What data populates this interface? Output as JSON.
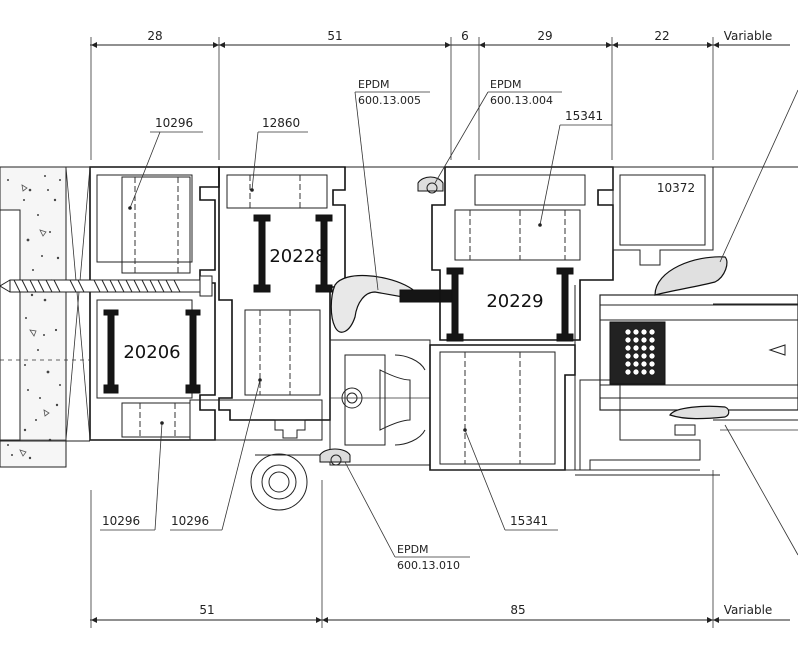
{
  "dimensions_top": [
    "28",
    "51",
    "6",
    "29",
    "22",
    "Variable"
  ],
  "dimensions_bottom": [
    "51",
    "85",
    "Variable"
  ],
  "profiles": {
    "p20206": "20206",
    "p20228": "20228",
    "p20229": "20229",
    "p10372": "10372",
    "p10296_top": "10296",
    "p12860": "12860",
    "p15341_top": "15341",
    "p10296_bl": "10296",
    "p10296_bm": "10296",
    "p15341_bottom": "15341"
  },
  "gaskets": {
    "g005_name": "EPDM",
    "g005_code": "600.13.005",
    "g004_name": "EPDM",
    "g004_code": "600.13.004",
    "g010_name": "EPDM",
    "g010_code": "600.13.010"
  },
  "colors": {
    "line": "#111111",
    "fill_dark": "#151515",
    "concrete": "#f4f4f4"
  }
}
